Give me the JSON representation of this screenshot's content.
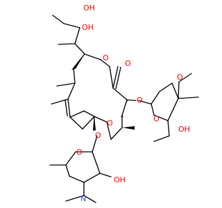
{
  "atom_labels": {
    "o_top_oh_1": "OH",
    "o_top_oh_2": "OH",
    "o_ring_lactone": "O",
    "o_carbonyl": "O",
    "o_ring_ether": "O",
    "o_glyco_1": "O",
    "o_glyco_2": "O",
    "o_methoxy": "O",
    "o_sugar_ring_1": "O",
    "o_sugar_oh_1": "OH",
    "o_sugar_ring_2": "O",
    "o_sugar_oh_2": "OH",
    "n_dimethyl": "N"
  },
  "colors": {
    "oxygen": "#ff0000",
    "nitrogen": "#3050f8",
    "bond": "#000000"
  }
}
